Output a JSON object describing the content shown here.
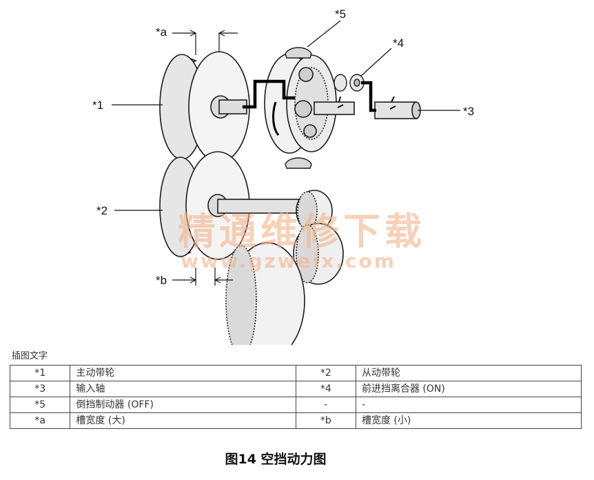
{
  "callouts": {
    "c1": "*1",
    "c2": "*2",
    "c3": "*3",
    "c4": "*4",
    "c5": "*5",
    "ca": "*a",
    "cb": "*b"
  },
  "watermark": {
    "text_cn": "精通维修下载",
    "url": "www.gzweix.com"
  },
  "legend": {
    "caption": "插图文字",
    "rows": [
      {
        "k1": "*1",
        "v1": "主动带轮",
        "k2": "*2",
        "v2": "从动带轮"
      },
      {
        "k1": "*3",
        "v1": "输入轴",
        "k2": "*4",
        "v2": "前进挡离合器 (ON)"
      },
      {
        "k1": "*5",
        "v1": "倒挡制动器 (OFF)",
        "k2": "-",
        "v2": "-"
      },
      {
        "k1": "*a",
        "v1": "槽宽度 (大)",
        "k2": "*b",
        "v2": "槽宽度 (小)"
      }
    ]
  },
  "figure_caption": "图14 空挡动力图",
  "colors": {
    "line": "#1a1a1a",
    "power_path": "#000000",
    "watermark": "#f2b48a",
    "ink": "#222222"
  }
}
